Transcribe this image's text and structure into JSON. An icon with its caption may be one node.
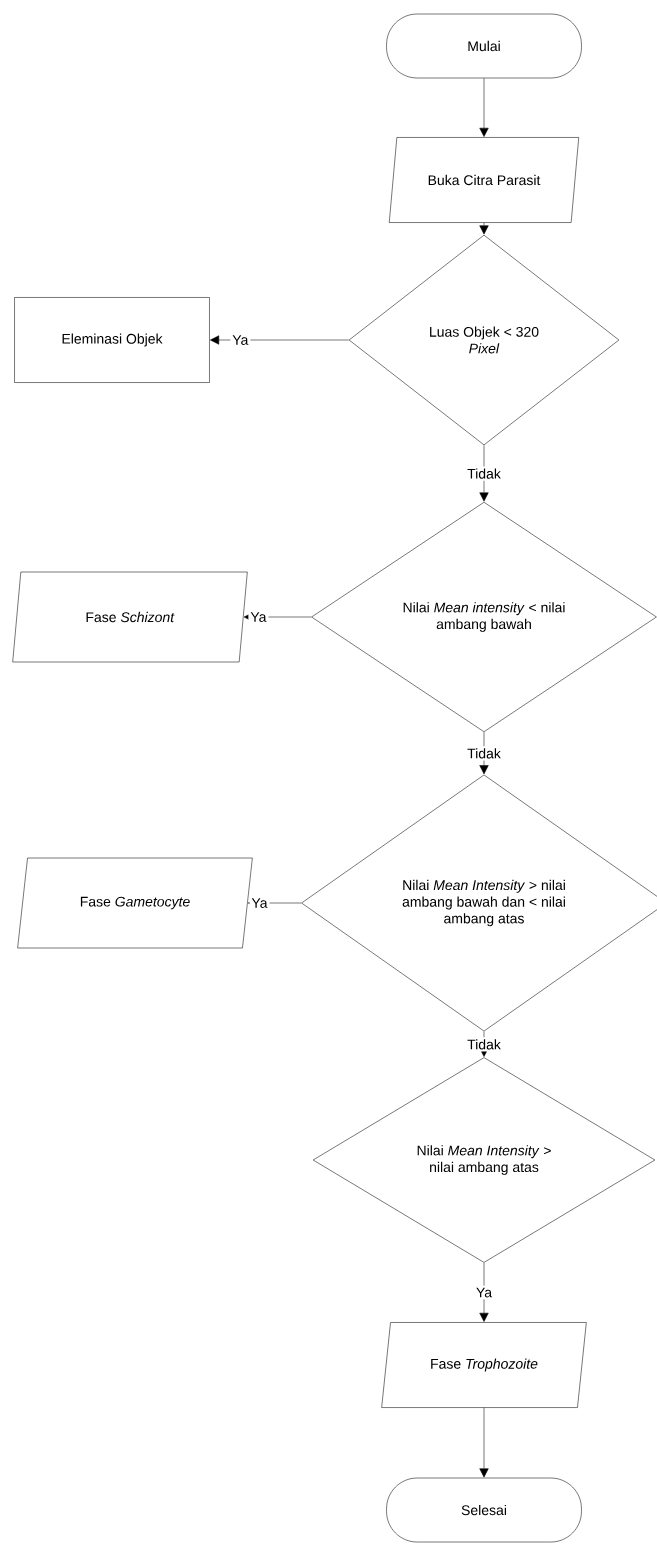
{
  "diagram": {
    "nodes": [
      {
        "text": [
          "Mulai"
        ]
      },
      {
        "text": [
          "Buka Citra Parasit"
        ]
      },
      {
        "text": [
          "Luas Objek < 320 *Pixel*"
        ]
      },
      {
        "text": [
          "Eleminasi Objek"
        ]
      },
      {
        "text": [
          "Nilai *Mean intensity* < nilai ambang bawah"
        ]
      },
      {
        "text": [
          "Fase *Schizont*"
        ]
      },
      {
        "text": [
          "Nilai *Mean Intensity* > nilai ambang bawah dan < nilai ambang atas"
        ]
      },
      {
        "text": [
          "Fase *Gametocyte*"
        ]
      },
      {
        "text": [
          "Nilai *Mean Intensity* > nilai ambang atas"
        ]
      },
      {
        "text": [
          "Fase *Trophozoite*"
        ]
      },
      {
        "text": [
          "Selesai"
        ]
      }
    ],
    "edges": [
      {
        "from": 0,
        "to": 1,
        "arrow": "to"
      },
      {
        "from": 1,
        "to": 2,
        "arrow": "to"
      },
      {
        "from": 2,
        "to": 3,
        "arrow": "to",
        "label": "Ya"
      },
      {
        "from": 2,
        "to": 4,
        "arrow": "to",
        "label": "Tidak"
      },
      {
        "from": 4,
        "to": 5,
        "arrow": "to",
        "label": "Ya"
      },
      {
        "from": 4,
        "to": 6,
        "arrow": "to",
        "label": "Tidak"
      },
      {
        "from": 6,
        "to": 7,
        "arrow": "to",
        "label": "Ya"
      },
      {
        "from": 6,
        "to": 8,
        "arrow": "to",
        "label": "Tidak"
      },
      {
        "from": 8,
        "to": 9,
        "arrow": "to",
        "label": "Ya"
      },
      {
        "from": 9,
        "to": 10,
        "arrow": "to"
      }
    ]
  }
}
